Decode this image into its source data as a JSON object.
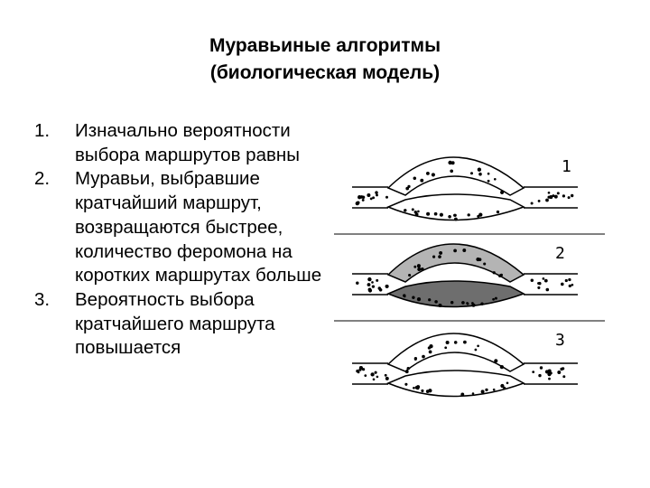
{
  "title": {
    "line1": "Муравьиные алгоритмы",
    "line2": "(биологическая модель)"
  },
  "steps": [
    {
      "number": "1.",
      "text": "Изначально вероятности выбора маршрутов равны"
    },
    {
      "number": "2.",
      "text": "Муравьи, выбравшие кратчайший маршрут, возвращаются быстрее, количество феромона на коротких маршрутах больше"
    },
    {
      "number": "3.",
      "text": "Вероятность выбора кратчайшего маршрута повышается"
    }
  ],
  "panels": [
    {
      "label": "1",
      "upper_path_fill": "#ffffff",
      "lower_path_fill": "#ffffff"
    },
    {
      "label": "2",
      "upper_path_fill": "#b4b4b4",
      "lower_path_fill": "#6e6e6e"
    },
    {
      "label": "3",
      "upper_path_fill": "#ffffff",
      "lower_path_fill": "#ffffff"
    }
  ],
  "colors": {
    "text": "#000000",
    "background": "#ffffff",
    "divider": "#000000"
  }
}
